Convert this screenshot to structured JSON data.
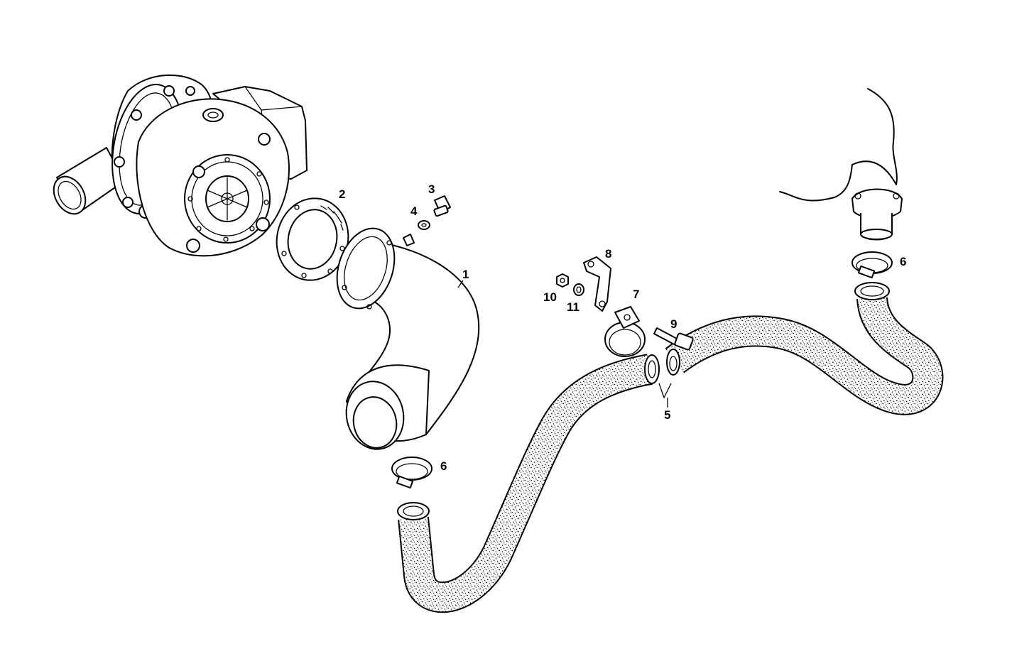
{
  "callouts": [
    {
      "id": "1",
      "text": "1"
    },
    {
      "id": "2",
      "text": "2"
    },
    {
      "id": "3",
      "text": "3"
    },
    {
      "id": "4",
      "text": "4"
    },
    {
      "id": "5",
      "text": "5"
    },
    {
      "id": "6a",
      "text": "6"
    },
    {
      "id": "6b",
      "text": "6"
    },
    {
      "id": "7",
      "text": "7"
    },
    {
      "id": "8",
      "text": "8"
    },
    {
      "id": "9",
      "text": "9"
    },
    {
      "id": "10",
      "text": "10"
    },
    {
      "id": "11",
      "text": "11"
    }
  ]
}
